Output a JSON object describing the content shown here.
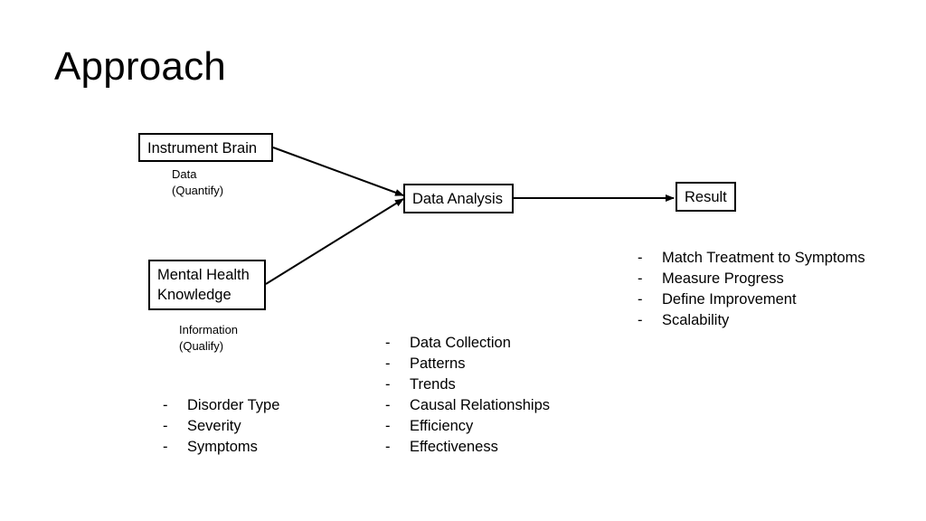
{
  "slide": {
    "title": "Approach"
  },
  "nodes": {
    "instrument_brain": "Instrument Brain",
    "mental_health_line1": "Mental Health",
    "mental_health_line2": "Knowledge",
    "data_analysis": "Data Analysis",
    "result": "Result"
  },
  "notes": {
    "data_line1": "Data",
    "data_line2": "(Quantify)",
    "info_line1": "Information",
    "info_line2": "(Qualify)"
  },
  "lists": {
    "dash": "-",
    "knowledge_items": [
      "Disorder Type",
      "Severity",
      "Symptoms"
    ],
    "analysis_items": [
      "Data Collection",
      "Patterns",
      "Trends",
      "Causal Relationships",
      "Efficiency",
      "Effectiveness"
    ],
    "result_items": [
      "Match Treatment to Symptoms",
      "Measure Progress",
      "Define Improvement",
      "Scalability"
    ]
  }
}
